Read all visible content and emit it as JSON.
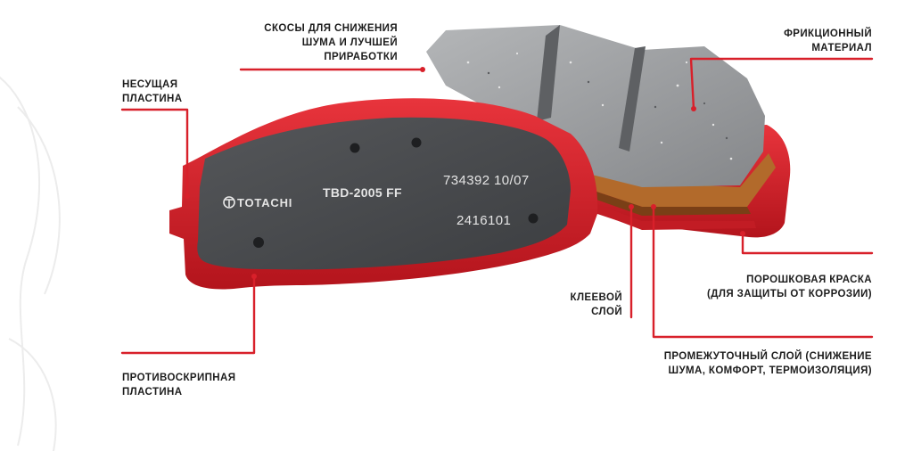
{
  "labels": {
    "chamfers": [
      "СКОСЫ ДЛЯ СНИЖЕНИЯ",
      "ШУМА И ЛУЧШЕЙ",
      "ПРИРАБОТКИ"
    ],
    "friction": [
      "ФРИКЦИОННЫЙ",
      "МАТЕРИАЛ"
    ],
    "backing_plate": [
      "НЕСУЩАЯ",
      "ПЛАСТИНА"
    ],
    "powder_paint": [
      "ПОРОШКОВАЯ КРАСКА",
      "(ДЛЯ ЗАЩИТЫ ОТ КОРРОЗИИ)"
    ],
    "adhesive": [
      "КЛЕЕВОЙ",
      "СЛОЙ"
    ],
    "intermediate": [
      "ПРОМЕЖУТОЧНЫЙ СЛОЙ (СНИЖЕНИЕ",
      "ШУМА, КОМФОРТ, ТЕРМОИЗОЛЯЦИЯ)"
    ],
    "anti_squeal": [
      "ПРОТИВОСКРИПНАЯ",
      "ПЛАСТИНА"
    ]
  },
  "plate_text": {
    "brand": "TOTACHI",
    "model": "TBD-2005  FF",
    "code": "734392 10/07",
    "number": "2416101"
  },
  "colors": {
    "accent": "#d8202a",
    "plate": "#4a4c4f",
    "friction": "#9a9c9e",
    "copper": "#b26a2b"
  }
}
